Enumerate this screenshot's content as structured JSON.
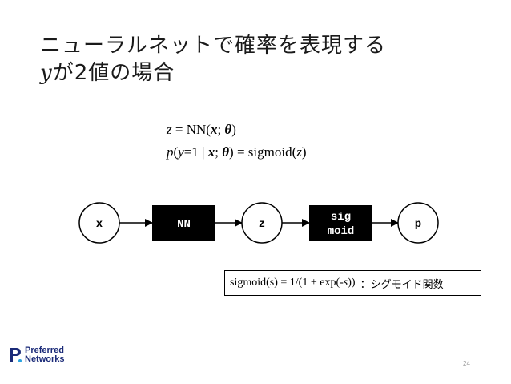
{
  "title": {
    "line1": "ニューラルネットで確率を表現する",
    "line2_var": "y",
    "line2_rest": "が2値の場合"
  },
  "formulas": {
    "f1": {
      "z": "z",
      "eq": " = NN(",
      "x": "x",
      "semi": "; ",
      "theta": "θ",
      "close": ")"
    },
    "f2": {
      "p": "p",
      "open": "(",
      "y": "y",
      "eq1": "=1 | ",
      "x": "x",
      "semi": "; ",
      "theta": "θ",
      "mid": ") = sigmoid(",
      "z": "z",
      "close": ")"
    }
  },
  "diagram": {
    "nodes": {
      "x": "x",
      "nn": "NN",
      "z": "z",
      "sig_line1": "sig",
      "sig_line2": "moid",
      "p": "p"
    }
  },
  "definition": {
    "formula_a": "sigmoid(s) = 1/(1 + exp(-",
    "formula_s": "s",
    "formula_b": "))",
    "note": "：シグモイド関数"
  },
  "logo": {
    "line1": "Preferred",
    "line2": "Networks"
  },
  "page_number": "24"
}
